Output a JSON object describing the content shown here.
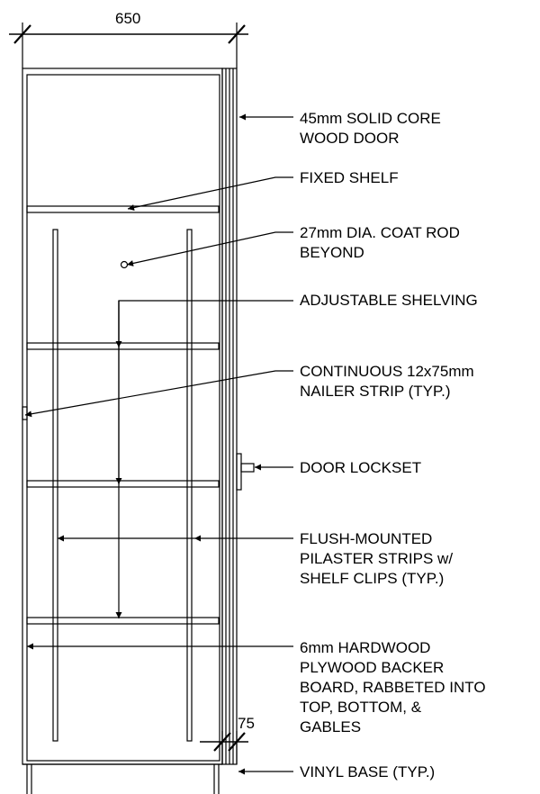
{
  "dimensions": {
    "overall_width": "650",
    "door_offset": "75"
  },
  "callouts": {
    "door": [
      "45mm SOLID CORE",
      "WOOD DOOR"
    ],
    "fixed_shelf": [
      "FIXED SHELF"
    ],
    "coat_rod": [
      "27mm DIA. COAT ROD",
      "BEYOND"
    ],
    "adjustable_shelving": [
      "ADJUSTABLE SHELVING"
    ],
    "nailer_strip": [
      "CONTINUOUS 12x75mm",
      "NAILER STRIP (TYP.)"
    ],
    "lockset": [
      "DOOR LOCKSET"
    ],
    "pilaster_strips": [
      "FLUSH-MOUNTED",
      "PILASTER STRIPS w/",
      "SHELF CLIPS (TYP.)"
    ],
    "backer_board": [
      "6mm HARDWOOD",
      "PLYWOOD BACKER",
      "BOARD, RABBETED INTO",
      "TOP, BOTTOM, &",
      "GABLES"
    ],
    "vinyl_base": [
      "VINYL BASE (TYP.)"
    ]
  }
}
